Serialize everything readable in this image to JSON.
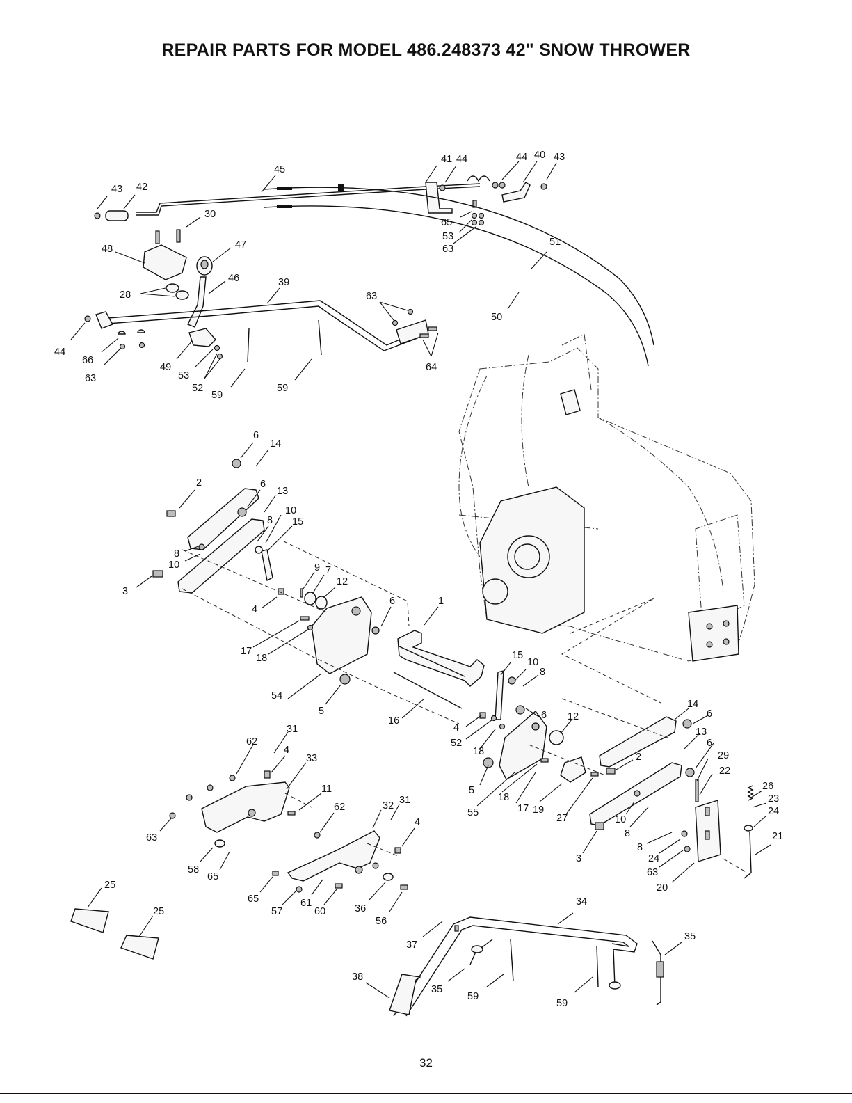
{
  "page": {
    "title": "REPAIR PARTS FOR MODEL 486.248373 42\" SNOW THROWER",
    "page_number": "32"
  },
  "callouts": [
    {
      "id": "c1",
      "label": "43"
    },
    {
      "id": "c2",
      "label": "42"
    },
    {
      "id": "c3",
      "label": "45"
    },
    {
      "id": "c4",
      "label": "41"
    },
    {
      "id": "c5",
      "label": "44"
    },
    {
      "id": "c6",
      "label": "44"
    },
    {
      "id": "c7",
      "label": "40"
    },
    {
      "id": "c8",
      "label": "43"
    },
    {
      "id": "c9",
      "label": "30"
    },
    {
      "id": "c10",
      "label": "65"
    },
    {
      "id": "c11",
      "label": "53"
    },
    {
      "id": "c12",
      "label": "63"
    },
    {
      "id": "c13",
      "label": "48"
    },
    {
      "id": "c14",
      "label": "47"
    },
    {
      "id": "c15",
      "label": "51"
    },
    {
      "id": "c16",
      "label": "46"
    },
    {
      "id": "c17",
      "label": "39"
    },
    {
      "id": "c18",
      "label": "28"
    },
    {
      "id": "c19",
      "label": "63"
    },
    {
      "id": "c20",
      "label": "50"
    },
    {
      "id": "c21",
      "label": "44"
    },
    {
      "id": "c22",
      "label": "66"
    },
    {
      "id": "c23",
      "label": "63"
    },
    {
      "id": "c24",
      "label": "49"
    },
    {
      "id": "c25",
      "label": "53"
    },
    {
      "id": "c26",
      "label": "52"
    },
    {
      "id": "c27",
      "label": "59"
    },
    {
      "id": "c28",
      "label": "59"
    },
    {
      "id": "c29",
      "label": "64"
    },
    {
      "id": "c30",
      "label": "6"
    },
    {
      "id": "c31",
      "label": "14"
    },
    {
      "id": "c32",
      "label": "2"
    },
    {
      "id": "c33",
      "label": "6"
    },
    {
      "id": "c34",
      "label": "13"
    },
    {
      "id": "c35",
      "label": "10"
    },
    {
      "id": "c36",
      "label": "8"
    },
    {
      "id": "c37",
      "label": "15"
    },
    {
      "id": "c38",
      "label": "8"
    },
    {
      "id": "c39",
      "label": "10"
    },
    {
      "id": "c40",
      "label": "3"
    },
    {
      "id": "c41",
      "label": "9"
    },
    {
      "id": "c42",
      "label": "7"
    },
    {
      "id": "c43",
      "label": "12"
    },
    {
      "id": "c44",
      "label": "4"
    },
    {
      "id": "c45",
      "label": "6"
    },
    {
      "id": "c46",
      "label": "1"
    },
    {
      "id": "c47",
      "label": "17"
    },
    {
      "id": "c48",
      "label": "18"
    },
    {
      "id": "c49",
      "label": "15"
    },
    {
      "id": "c50",
      "label": "10"
    },
    {
      "id": "c51",
      "label": "8"
    },
    {
      "id": "c52",
      "label": "54"
    },
    {
      "id": "c53",
      "label": "5"
    },
    {
      "id": "c54",
      "label": "16"
    },
    {
      "id": "c55",
      "label": "6"
    },
    {
      "id": "c56",
      "label": "14"
    },
    {
      "id": "c57",
      "label": "6"
    },
    {
      "id": "c58",
      "label": "4"
    },
    {
      "id": "c59",
      "label": "52"
    },
    {
      "id": "c60",
      "label": "12"
    },
    {
      "id": "c61",
      "label": "13"
    },
    {
      "id": "c62",
      "label": "6"
    },
    {
      "id": "c63",
      "label": "18"
    },
    {
      "id": "c64",
      "label": "29"
    },
    {
      "id": "c65",
      "label": "22"
    },
    {
      "id": "c66",
      "label": "2"
    },
    {
      "id": "c67",
      "label": "31"
    },
    {
      "id": "c68",
      "label": "62"
    },
    {
      "id": "c69",
      "label": "4"
    },
    {
      "id": "c70",
      "label": "33"
    },
    {
      "id": "c71",
      "label": "5"
    },
    {
      "id": "c72",
      "label": "11"
    },
    {
      "id": "c73",
      "label": "18"
    },
    {
      "id": "c74",
      "label": "26"
    },
    {
      "id": "c75",
      "label": "23"
    },
    {
      "id": "c76",
      "label": "24"
    },
    {
      "id": "c77",
      "label": "55"
    },
    {
      "id": "c78",
      "label": "17"
    },
    {
      "id": "c79",
      "label": "19"
    },
    {
      "id": "c80",
      "label": "27"
    },
    {
      "id": "c81",
      "label": "10"
    },
    {
      "id": "c82",
      "label": "8"
    },
    {
      "id": "c83",
      "label": "21"
    },
    {
      "id": "c84",
      "label": "62"
    },
    {
      "id": "c85",
      "label": "32"
    },
    {
      "id": "c86",
      "label": "31"
    },
    {
      "id": "c87",
      "label": "4"
    },
    {
      "id": "c88",
      "label": "8"
    },
    {
      "id": "c89",
      "label": "24"
    },
    {
      "id": "c90",
      "label": "63"
    },
    {
      "id": "c91",
      "label": "20"
    },
    {
      "id": "c92",
      "label": "3"
    },
    {
      "id": "c93",
      "label": "63"
    },
    {
      "id": "c94",
      "label": "58"
    },
    {
      "id": "c95",
      "label": "65"
    },
    {
      "id": "c96",
      "label": "25"
    },
    {
      "id": "c97",
      "label": "25"
    },
    {
      "id": "c98",
      "label": "65"
    },
    {
      "id": "c99",
      "label": "57"
    },
    {
      "id": "c100",
      "label": "61"
    },
    {
      "id": "c101",
      "label": "60"
    },
    {
      "id": "c102",
      "label": "36"
    },
    {
      "id": "c103",
      "label": "56"
    },
    {
      "id": "c104",
      "label": "34"
    },
    {
      "id": "c105",
      "label": "35"
    },
    {
      "id": "c106",
      "label": "37"
    },
    {
      "id": "c107",
      "label": "38"
    },
    {
      "id": "c108",
      "label": "35"
    },
    {
      "id": "c109",
      "label": "59"
    },
    {
      "id": "c110",
      "label": "59"
    }
  ]
}
